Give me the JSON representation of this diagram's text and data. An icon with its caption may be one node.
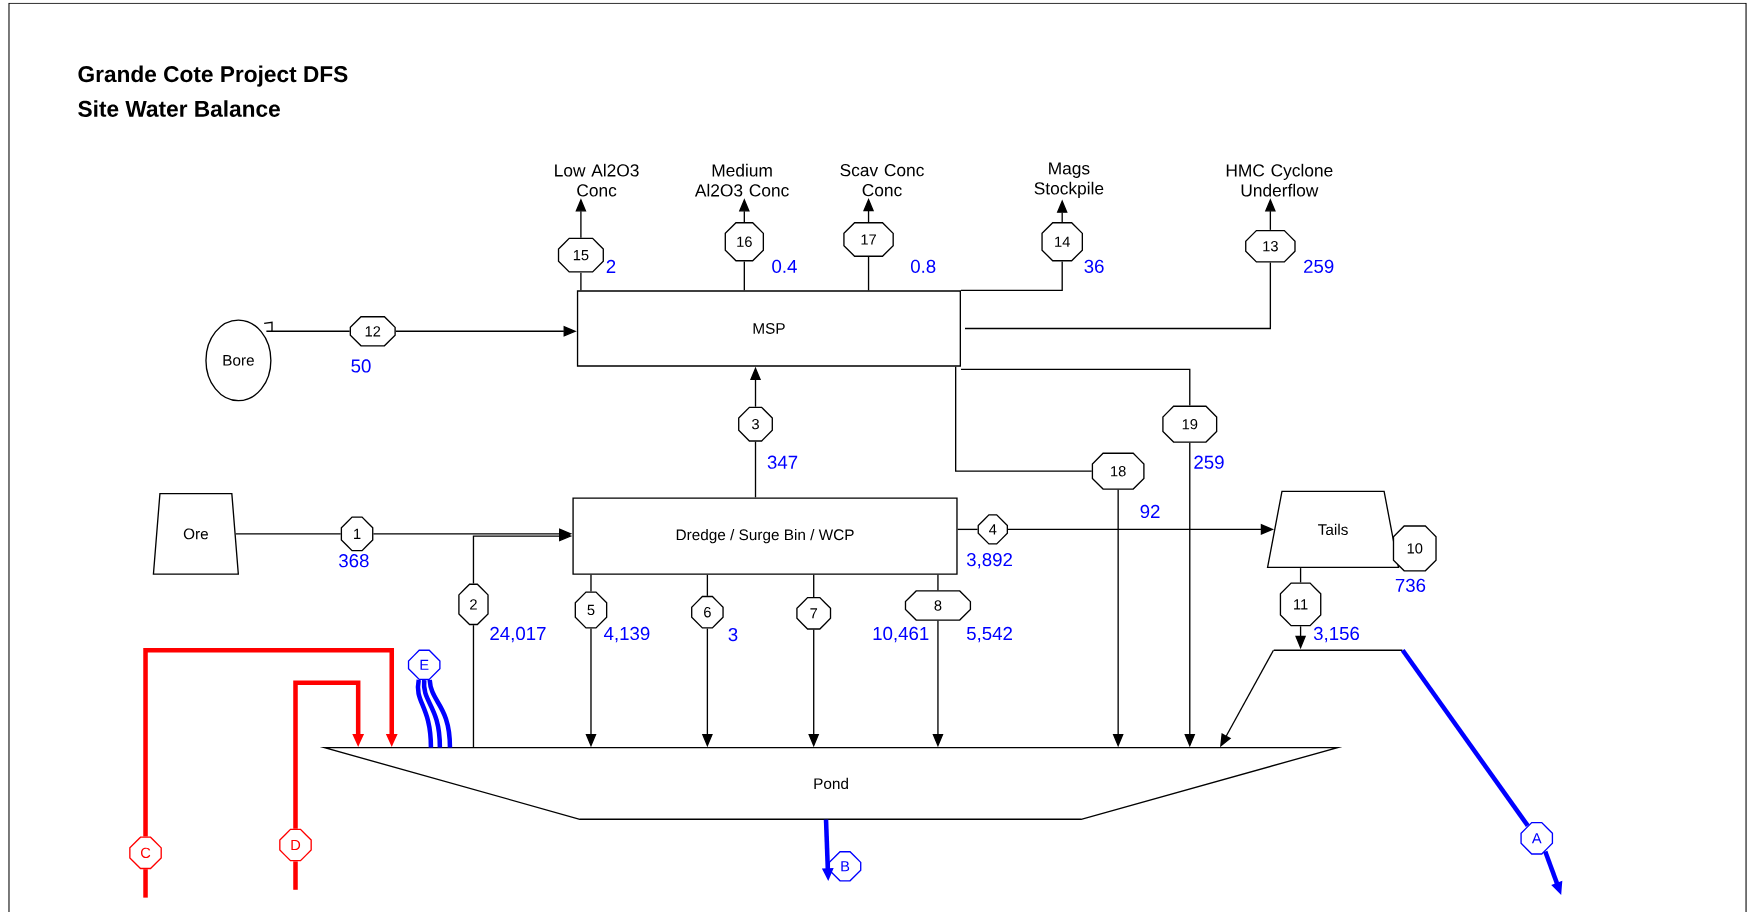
{
  "diagram": {
    "title": "Grande Cote Project DFS",
    "nodes": [
      {
        "text": [
          "Low Al2O3 Conc"
        ]
      },
      {
        "text": [
          "Medium Al2O3 Conc"
        ]
      },
      {
        "text": [
          "Scav Conc Conc"
        ]
      },
      {
        "text": [
          "Mags Stockpile"
        ]
      },
      {
        "text": [
          "HMC Cyclone Underflow"
        ]
      },
      {
        "text": [
          "15"
        ],
        "beside": [
          "2"
        ]
      },
      {
        "text": [
          "16"
        ],
        "beside": [
          "0.4"
        ]
      },
      {
        "text": [
          "17"
        ],
        "beside": [
          "0.8"
        ]
      },
      {
        "text": [
          "14"
        ],
        "beside": [
          "36"
        ]
      },
      {
        "text": [
          "13"
        ],
        "beside": [
          "259"
        ]
      },
      {
        "text": [
          "Bore"
        ]
      },
      {
        "text": [
          "12"
        ],
        "beside": [
          "50"
        ]
      },
      {
        "text": [
          "MSP"
        ]
      },
      {
        "text": [
          "3"
        ],
        "beside": [
          "347"
        ]
      },
      {
        "text": [
          "19"
        ],
        "beside": [
          "259"
        ]
      },
      {
        "text": [
          "18"
        ],
        "beside": [
          "92"
        ]
      },
      {
        "text": [
          "Ore"
        ]
      },
      {
        "text": [
          "1"
        ],
        "beside": [
          "368"
        ]
      },
      {
        "text": [
          "Dredge / Surge Bin / WCP"
        ]
      },
      {
        "text": [
          "4"
        ],
        "beside": [
          "3,892"
        ]
      },
      {
        "text": [
          "Tails"
        ]
      },
      {
        "text": [
          "10"
        ],
        "beside": [
          "736"
        ]
      },
      {
        "text": [
          "2"
        ],
        "beside": [
          "24,017"
        ]
      },
      {
        "text": [
          "5"
        ],
        "beside": [
          "4,139"
        ]
      },
      {
        "text": [
          "6"
        ],
        "beside": [
          "3"
        ]
      },
      {
        "text": [
          "7"
        ]
      },
      {
        "text": [
          "8"
        ],
        "beside": [
          "5,542"
        ]
      },
      {
        "text": [
          "11"
        ],
        "beside": [
          "3,156"
        ]
      },
      {
        "text": [],
        "shape": "bar"
      },
      {
        "text": [
          "E"
        ]
      },
      {
        "text": [
          "C"
        ]
      },
      {
        "text": [
          "D"
        ]
      },
      {
        "text": [
          "Pond"
        ]
      },
      {
        "text": [
          "B"
        ]
      },
      {
        "text": [
          "A"
        ]
      }
    ],
    "edges": [
      {
        "from": 12,
        "to": 5,
        "arrow": "none"
      },
      {
        "from": 5,
        "to": 0,
        "arrow": "to"
      },
      {
        "from": 12,
        "to": 6,
        "arrow": "none"
      },
      {
        "from": 6,
        "to": 1,
        "arrow": "to"
      },
      {
        "from": 12,
        "to": 7,
        "arrow": "none"
      },
      {
        "from": 7,
        "to": 2,
        "arrow": "to"
      },
      {
        "from": 12,
        "to": 8,
        "arrow": "none"
      },
      {
        "from": 8,
        "to": 3,
        "arrow": "to"
      },
      {
        "from": 12,
        "to": 9,
        "arrow": "none"
      },
      {
        "from": 9,
        "to": 4,
        "arrow": "to"
      },
      {
        "from": 10,
        "to": 11,
        "arrow": "none"
      },
      {
        "from": 11,
        "to": 12,
        "arrow": "to"
      },
      {
        "from": 18,
        "to": 13,
        "arrow": "none"
      },
      {
        "from": 13,
        "to": 12,
        "arrow": "to"
      },
      {
        "from": 12,
        "to": 14,
        "arrow": "none"
      },
      {
        "from": 14,
        "to": 32,
        "arrow": "to"
      },
      {
        "from": 12,
        "to": 15,
        "arrow": "none"
      },
      {
        "from": 15,
        "to": 32,
        "arrow": "to"
      },
      {
        "from": 16,
        "to": 17,
        "arrow": "none"
      },
      {
        "from": 17,
        "to": 18,
        "arrow": "to"
      },
      {
        "from": 32,
        "to": 22,
        "arrow": "none"
      },
      {
        "from": 22,
        "to": 18,
        "arrow": "to"
      },
      {
        "from": 18,
        "to": 19,
        "arrow": "none"
      },
      {
        "from": 19,
        "to": 20,
        "arrow": "to"
      },
      {
        "from": 18,
        "to": 23,
        "arrow": "none"
      },
      {
        "from": 23,
        "to": 32,
        "arrow": "to"
      },
      {
        "from": 18,
        "to": 24,
        "arrow": "none"
      },
      {
        "from": 24,
        "to": 32,
        "arrow": "to"
      },
      {
        "from": 18,
        "to": 25,
        "arrow": "none"
      },
      {
        "from": 25,
        "to": 32,
        "arrow": "to"
      },
      {
        "from": 18,
        "to": 26,
        "arrow": "none"
      },
      {
        "from": 26,
        "to": 32,
        "arrow": "to"
      },
      {
        "from": 20,
        "to": 27,
        "arrow": "none"
      },
      {
        "from": 27,
        "to": 28,
        "arrow": "to"
      },
      {
        "from": 28,
        "to": 32,
        "arrow": "to"
      },
      {
        "from": 28,
        "to": 34,
        "arrow": "none",
        "style": "thick",
        "color": "#0000ff"
      },
      {
        "from": 34,
        "to": null,
        "arrow": "to",
        "style": "thick",
        "color": "#0000ff"
      },
      {
        "from": 29,
        "to": 32,
        "arrow": "none",
        "style": "thick",
        "color": "#0000ff"
      },
      {
        "from": 29,
        "to": 32,
        "arrow": "none",
        "style": "thick",
        "color": "#0000ff"
      },
      {
        "from": 29,
        "to": 32,
        "arrow": "none",
        "style": "thick",
        "color": "#0000ff"
      },
      {
        "from": null,
        "to": 30,
        "arrow": "none",
        "style": "thick",
        "color": "#ff0000"
      },
      {
        "from": 30,
        "to": 32,
        "arrow": "to",
        "style": "thick",
        "color": "#ff0000"
      },
      {
        "from": null,
        "to": 31,
        "arrow": "none",
        "style": "thick",
        "color": "#ff0000"
      },
      {
        "from": 31,
        "to": 32,
        "arrow": "to",
        "style": "thick",
        "color": "#ff0000"
      },
      {
        "from": 32,
        "to": 33,
        "arrow": "to",
        "style": "thick",
        "color": "#0000ff"
      }
    ],
    "labels": [
      "Site Water Balance",
      "10,461"
    ]
  }
}
